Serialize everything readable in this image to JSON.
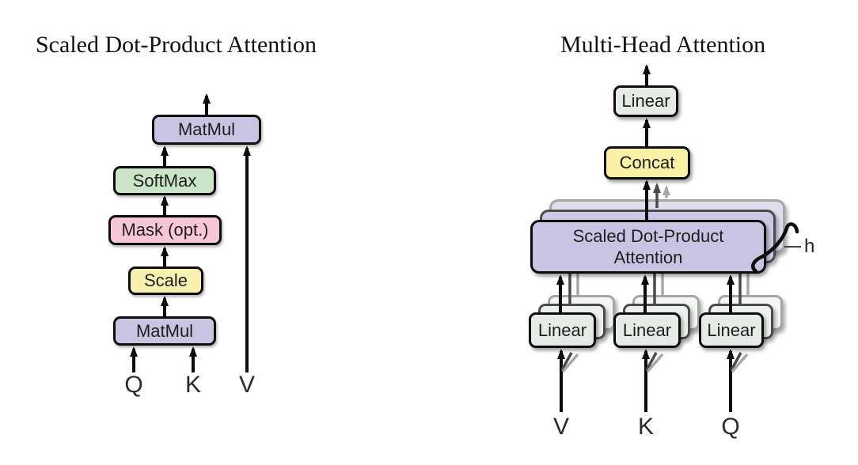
{
  "left_diagram": {
    "title": "Scaled Dot-Product Attention",
    "blocks": {
      "matmul_top": "MatMul",
      "softmax": "SoftMax",
      "mask": "Mask (opt.)",
      "scale": "Scale",
      "matmul_bottom": "MatMul"
    },
    "inputs": {
      "q": "Q",
      "k": "K",
      "v": "V"
    }
  },
  "right_diagram": {
    "title": "Multi-Head Attention",
    "blocks": {
      "linear_top": "Linear",
      "concat": "Concat",
      "sdpa": "Scaled Dot-Product\nAttention",
      "linear_v": "Linear",
      "linear_k": "Linear",
      "linear_q": "Linear"
    },
    "head_count_label": "h",
    "inputs": {
      "v": "V",
      "k": "K",
      "q": "Q"
    }
  },
  "colors": {
    "block_purple": "#c9c4e2",
    "block_green": "#cbe5c8",
    "block_pink": "#f7c6d7",
    "block_yellow": "#f7f0ae",
    "block_gray": "#e6ebe8",
    "border_black": "#0d0d0d",
    "stack_mid_border": "#4b4b4b",
    "stack_back_border": "#a6a6a6"
  }
}
